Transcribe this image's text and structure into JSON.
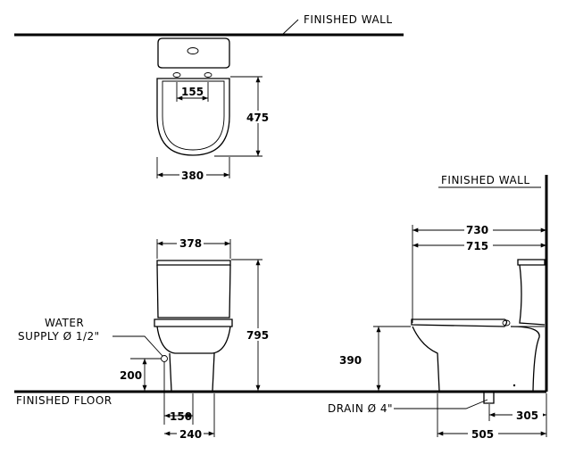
{
  "labels": {
    "finished_wall_top": "FINISHED  WALL",
    "finished_wall_side": "FINISHED  WALL",
    "finished_floor": "FINISHED  FLOOR",
    "water_supply_line1": "WATER",
    "water_supply_line2": "SUPPLY Ø 1/2\"",
    "drain": "DRAIN Ø 4\""
  },
  "dimensions": {
    "top_inner_width": "155",
    "top_depth": "475",
    "top_width": "380",
    "front_width": "378",
    "front_height": "795",
    "water_supply_height": "200",
    "front_base_inner": "150",
    "front_base_outer": "240",
    "side_overall_length": "730",
    "side_length": "715",
    "side_seat_height": "390",
    "side_drain_offset": "305",
    "side_drain_length": "505"
  }
}
